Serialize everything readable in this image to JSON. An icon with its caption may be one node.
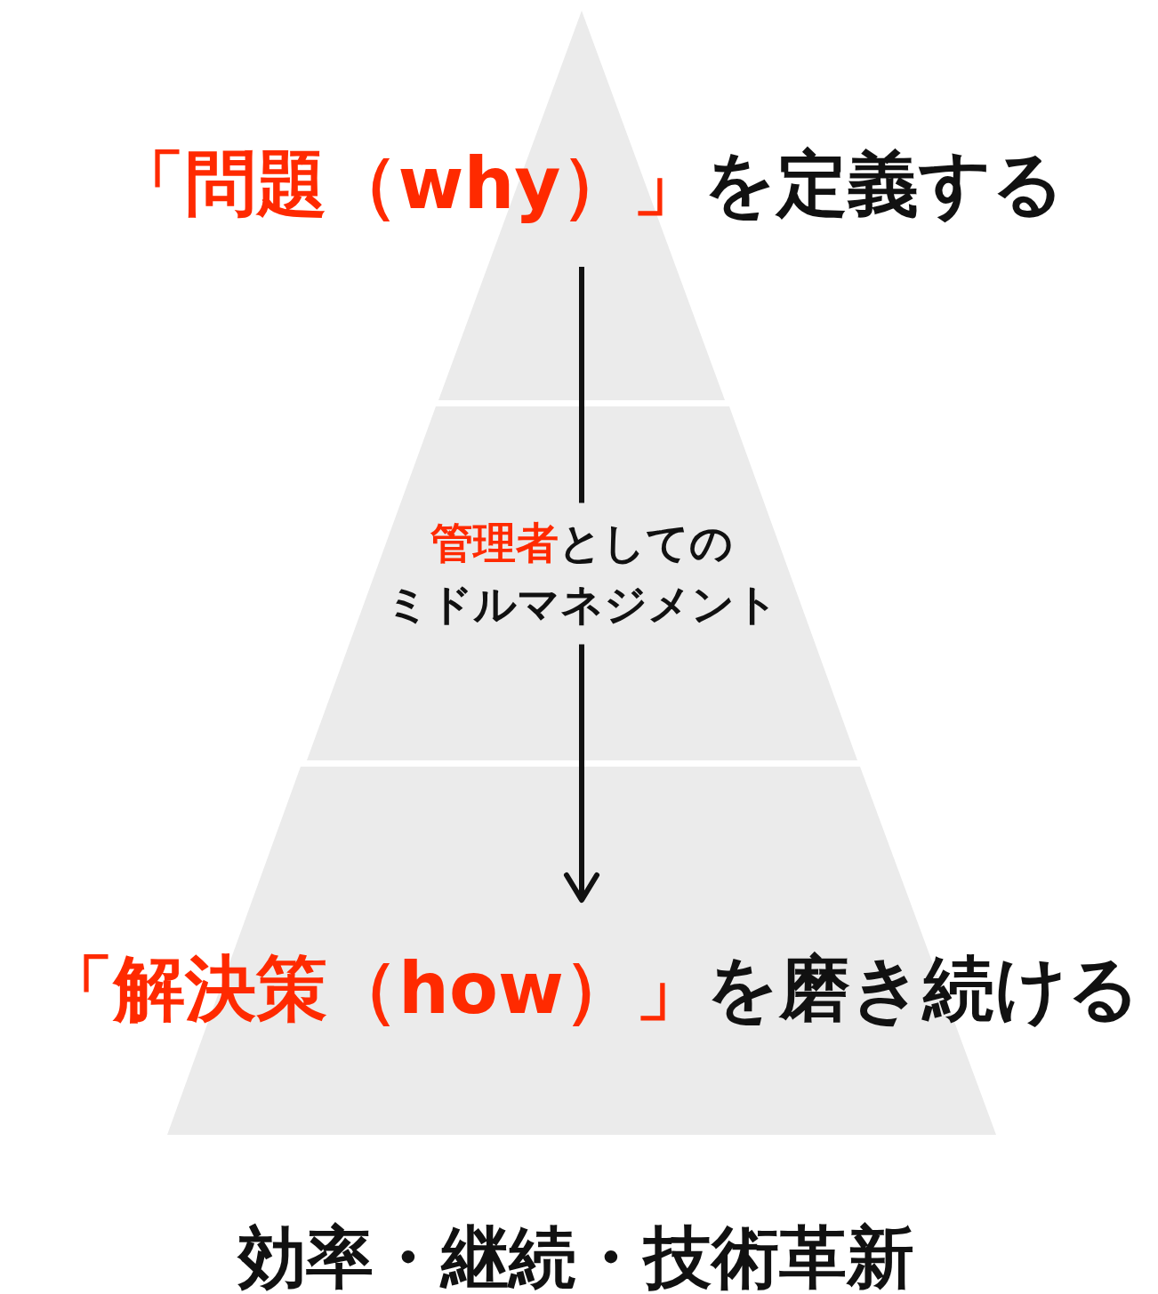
{
  "diagram": {
    "nodes": [
      {
        "text": [
          "「問題（why）」",
          "を定義する"
        ]
      },
      {
        "text": [
          "管理者",
          "としてのミドルマネジメント"
        ]
      },
      {
        "text": [
          "「解決策（how）」",
          "を磨き続ける"
        ]
      }
    ],
    "edges": [
      {
        "from": 0,
        "to": 1,
        "arrow": "none"
      },
      {
        "from": 1,
        "to": 2,
        "arrow": "to"
      }
    ],
    "labels": [
      "効率・継続・技術革新"
    ]
  }
}
